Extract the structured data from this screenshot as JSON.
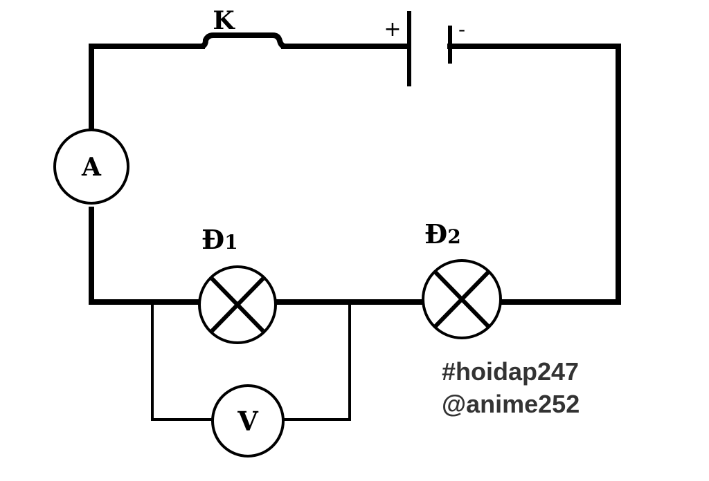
{
  "switch_label": "K",
  "battery": {
    "positive_sign": "+",
    "negative_sign": "-"
  },
  "ammeter_label": "A",
  "voltmeter_label": "V",
  "lamp1": {
    "letter": "Đ",
    "index": "1"
  },
  "lamp2": {
    "letter": "Đ",
    "index": "2"
  },
  "watermark": {
    "line1": "#hoidap247",
    "line2": "@anime252"
  }
}
